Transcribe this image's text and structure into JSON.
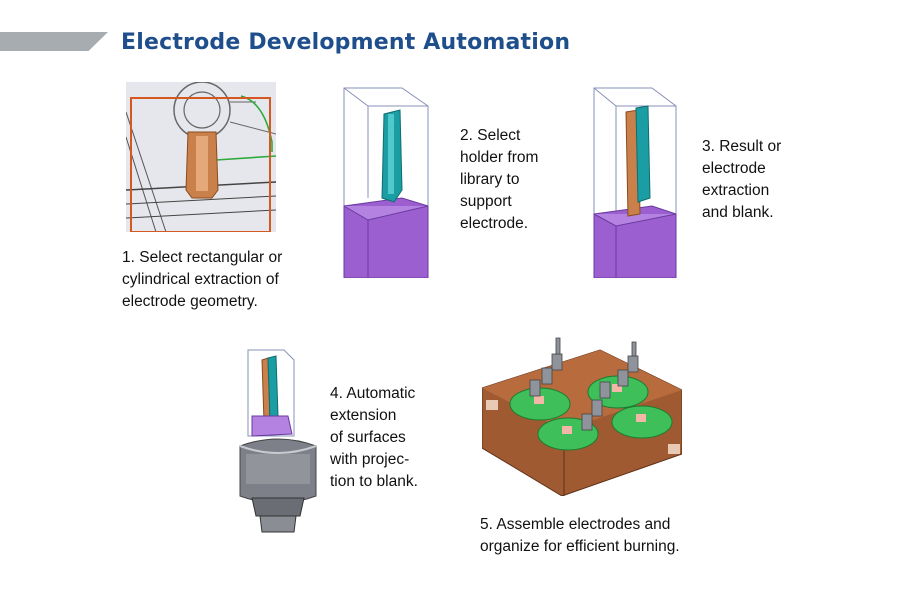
{
  "title": "Electrode Development Automation",
  "colors": {
    "title_blue": "#1f4e8c",
    "header_bar_gray": "#a7acb0",
    "copper": "#c9804a",
    "teal": "#1a9ea3",
    "purple_block": "#9b5fcf",
    "green_mold": "#3fbf5a",
    "brown_base": "#a05a32"
  },
  "steps": [
    {
      "id": "step1",
      "lines": [
        "1. Select rectangular or",
        "cylindrical extraction of",
        "electrode geometry."
      ]
    },
    {
      "id": "step2",
      "lines": [
        "2. Select",
        "holder from",
        "library to",
        "support",
        "electrode."
      ]
    },
    {
      "id": "step3",
      "lines": [
        "3. Result or",
        "electrode",
        "extraction",
        "and blank."
      ]
    },
    {
      "id": "step4",
      "lines": [
        "4. Automatic",
        "extension",
        "of surfaces",
        "with projec-",
        "tion to blank."
      ]
    },
    {
      "id": "step5",
      "lines": [
        "5. Assemble electrodes and",
        "organize for efficient burning."
      ]
    }
  ]
}
